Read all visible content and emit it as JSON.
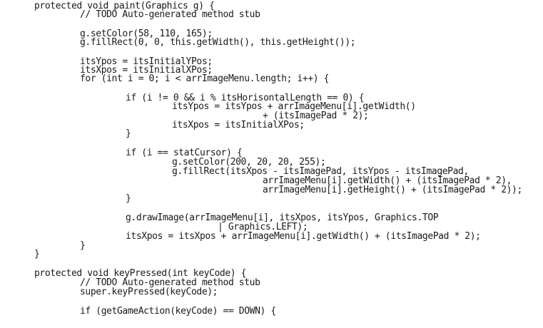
{
  "editor": {
    "lines": [
      "protected void paint(Graphics g) {",
      "// TODO Auto-generated method stub",
      "g.setColor(58, 110, 165);",
      "g.fillRect(0, 0, this.getWidth(), this.getHeight());",
      "itsYpos = itsInitialYPos;",
      "itsXpos = itsInitialXPos;",
      "for (int i = 0; i < arrImageMenu.length; i++) {",
      "if (i != 0 && i % itsHorisontalLength == 0) {",
      "itsYpos = itsYpos + arrImageMenu[i].getWidth()",
      "+ (itsImagePad * 2);",
      "itsXpos = itsInitialXPos;",
      "}",
      "if (i == statCursor) {",
      "g.setColor(200, 20, 20, 255);",
      "g.fillRect(itsXpos - itsImagePad, itsYpos - itsImagePad,",
      "arrImageMenu[i].getWidth() + (itsImagePad * 2),",
      "arrImageMenu[i].getHeight() + (itsImagePad * 2));",
      "}",
      "g.drawImage(arrImageMenu[i], itsXpos, itsYpos, Graphics.TOP",
      "| Graphics.LEFT);",
      "itsXpos = itsXpos + arrImageMenu[i].getWidth() + (itsImagePad * 2);",
      "}",
      "}",
      "protected void keyPressed(int keyCode) {",
      "// TODO Auto-generated method stub",
      "super.keyPressed(keyCode);",
      "if (getGameAction(keyCode) == DOWN) {"
    ]
  }
}
